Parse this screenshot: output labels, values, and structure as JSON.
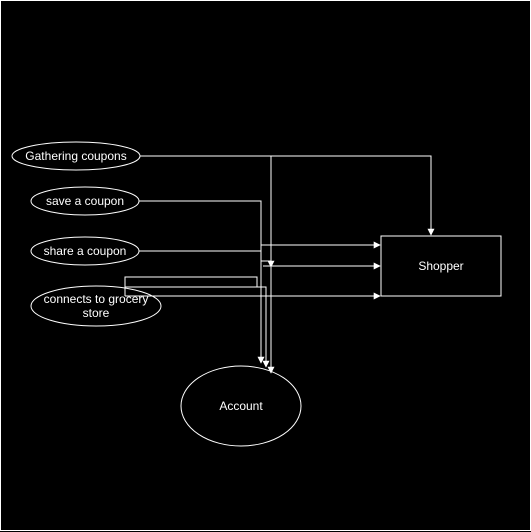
{
  "colors": {
    "background": "#000000",
    "stroke": "#ffffff",
    "text": "#ffffff"
  },
  "nodes": {
    "gathering_coupons": "Gathering coupons",
    "save_a_coupon": "save a coupon",
    "share_a_coupon": "share a coupon",
    "connects_to_grocery_store": "connects to grocery store",
    "shopper": "Shopper",
    "account": "Account"
  }
}
